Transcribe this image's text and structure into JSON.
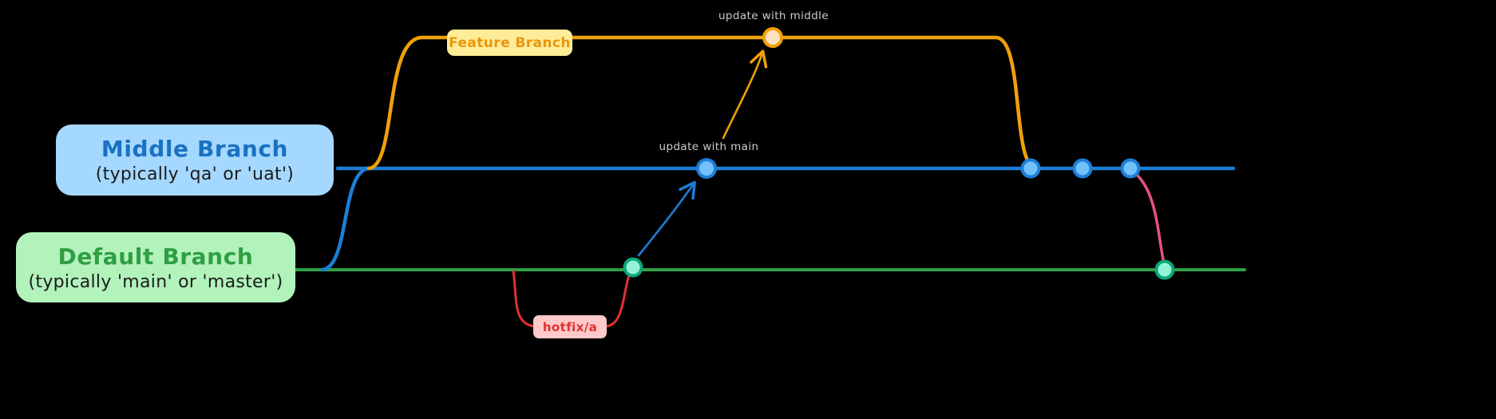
{
  "canvas": {
    "background": "#000000"
  },
  "colors": {
    "canvas_bg": "#000000",
    "orange_line": "#f0a009",
    "orange_commit_fill": "#ffe3bf",
    "feature_label_bg": "#ffec99",
    "feature_label_text": "#e8960c",
    "blue_line": "#1c7ed6",
    "blue_commit_fill": "#74c0fc",
    "middle_box_bg": "#a5d8ff",
    "middle_title_text": "#1971c2",
    "box_subtitle_text": "#1b1b1b",
    "green_line": "#2f9e44",
    "green_commit_fill": "#96f2d7",
    "green_commit_stroke": "#0ca678",
    "default_box_bg": "#b2f2bb",
    "default_title_text": "#2f9e44",
    "pink_line": "#e8517e",
    "red_line": "#e03131",
    "hotfix_label_bg": "#ffc9c9",
    "hotfix_label_text": "#e03131",
    "annotation_text": "#c9ccd1"
  },
  "labels": {
    "feature_branch": "Feature Branch",
    "middle_branch_title": "Middle Branch",
    "middle_branch_subtitle": "(typically 'qa' or 'uat')",
    "default_branch_title": "Default Branch",
    "default_branch_subtitle": "(typically 'main' or 'master')",
    "hotfix": "hotfix/a"
  },
  "annotations": {
    "update_with_middle": "update with middle",
    "update_with_main": "update with main"
  }
}
